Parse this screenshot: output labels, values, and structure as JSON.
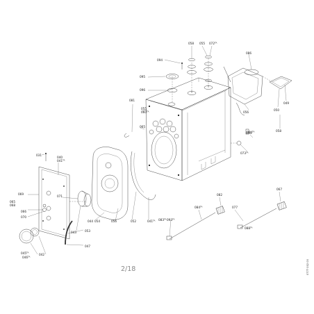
{
  "labels": {
    "l094": "094",
    "l058": "058",
    "l055": "055",
    "l072": "072",
    "l072_sup": "TA",
    "l095": "095",
    "l096": "096",
    "l081": "081",
    "l055b": "055",
    "l060": "060",
    "l060_sup": "TA",
    "l065": "065",
    "l086": "086",
    "l050": "050",
    "l049": "049",
    "l056": "056",
    "l055c": "055",
    "l058b": "058",
    "l073": "073",
    "l073_sup": "TA",
    "l031": "031",
    "l040": "040",
    "l041": "041",
    "l041_sup": "TA",
    "l064": "064",
    "l064_sup": "TA",
    "l069": "069",
    "l065b": "065",
    "l068": "068",
    "l066": "066",
    "l070": "070",
    "l071": "071",
    "l043": "043",
    "l044": "044",
    "l045": "045",
    "l045_sup": "TA",
    "l046": "046",
    "l046_sup": "TA",
    "l042": "042",
    "l082": "082",
    "l041b": "041",
    "l041b_sup": "TA",
    "l056b": "056",
    "l067": "067",
    "l093": "093",
    "l093_sup": "TA",
    "l084": "084",
    "l084_sup": "TA",
    "l077": "077",
    "l054": "054",
    "l052": "052",
    "l053": "053",
    "l047": "047",
    "l083": "083",
    "l083_sup": "TA",
    "l088": "088",
    "l088_sup": "TA"
  },
  "page_number": "2/18",
  "doc_id": "0777 002 00"
}
